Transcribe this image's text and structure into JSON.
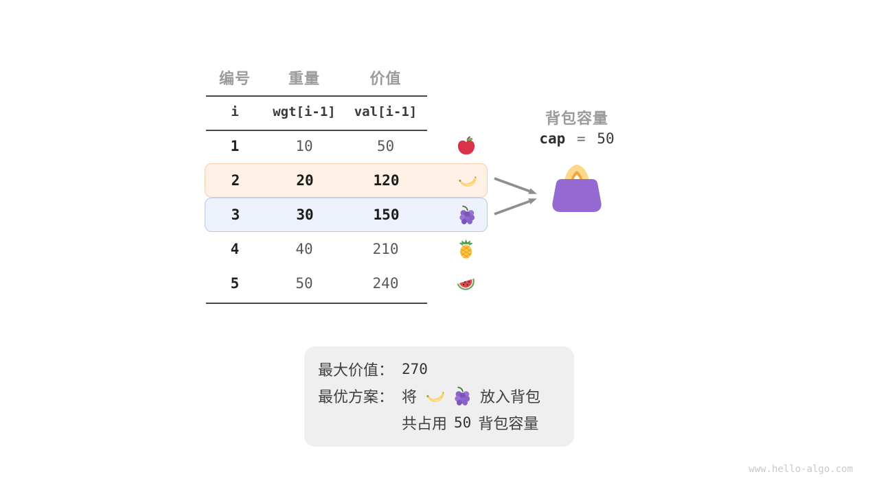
{
  "table": {
    "headers_cn": [
      "编号",
      "重量",
      "价值"
    ],
    "headers_code": [
      "i",
      "wgt[i-1]",
      "val[i-1]"
    ],
    "rows": [
      {
        "i": "1",
        "wgt": "10",
        "val": "50",
        "fruit": "apple",
        "highlight": "none"
      },
      {
        "i": "2",
        "wgt": "20",
        "val": "120",
        "fruit": "banana",
        "highlight": "orange"
      },
      {
        "i": "3",
        "wgt": "30",
        "val": "150",
        "fruit": "grapes",
        "highlight": "blue"
      },
      {
        "i": "4",
        "wgt": "40",
        "val": "210",
        "fruit": "pineapple",
        "highlight": "none"
      },
      {
        "i": "5",
        "wgt": "50",
        "val": "240",
        "fruit": "watermelon",
        "highlight": "none"
      }
    ]
  },
  "knapsack": {
    "label": "背包容量",
    "cap_keyword": "cap",
    "cap_equals": "=",
    "cap_value": "50",
    "bag_icon": "purple-handbag-icon"
  },
  "result": {
    "line1_label": "最大价值：",
    "line1_value": "270",
    "line2_label": "最优方案：",
    "line2_prefix": "将",
    "line2_fruits": [
      "banana",
      "grapes"
    ],
    "line2_suffix": "放入背包",
    "line3_prefix": "共占用",
    "line3_value": "50",
    "line3_suffix": "背包容量"
  },
  "watermark": "www.hello-algo.com",
  "colors": {
    "highlight_orange_bg": "#fdf1e6",
    "highlight_orange_border": "#f6cdaa",
    "highlight_blue_bg": "#edf1fb",
    "highlight_blue_border": "#bac6ea",
    "bag_purple": "#9469d1",
    "bag_handle": "#fcd88a",
    "bag_handle_accent": "#f2a63d",
    "arrow_gray": "#8e8e8e",
    "table_line": "#474747",
    "result_box_bg": "#efefef"
  }
}
